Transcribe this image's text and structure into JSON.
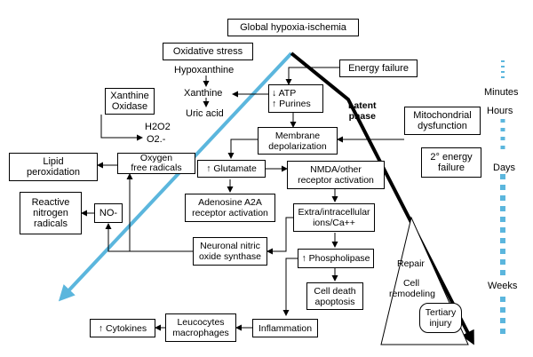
{
  "nodes": {
    "global": "Global hypoxia-ischemia",
    "oxidative": "Oxidative stress",
    "hypoxanthine": "Hypoxanthine",
    "xanthine": "Xanthine",
    "uric_acid": "Uric acid",
    "xanthine_oxidase_1": "Xanthine",
    "xanthine_oxidase_2": "Oxidase",
    "h2o2": "H2O2",
    "o2": "O2.-",
    "energy_failure": "Energy failure",
    "atp_1": "↓ ATP",
    "atp_2": "↑ Purines",
    "latent_1": "Latent",
    "latent_2": "phase",
    "mito_1": "Mitochondrial",
    "mito_2": "dysfunction",
    "membrane_1": "Membrane",
    "membrane_2": "depolarization",
    "energy2_1": "2° energy",
    "energy2_2": "failure",
    "lipid_1": "Lipid",
    "lipid_2": "peroxidation",
    "oxygen_1": "Oxygen",
    "oxygen_2": "free radicals",
    "glutamate": "↑ Glutamate",
    "nmda_1": "NMDA/other",
    "nmda_2": "receptor activation",
    "reactive_1": "Reactive",
    "reactive_2": "nitrogen",
    "reactive_3": "radicals",
    "no": "NO-",
    "adenosine_1": "Adenosine A2A",
    "adenosine_2": "receptor activation",
    "extra_1": "Extra/intracellular",
    "extra_2": "ions/Ca++",
    "nnos_1": "Neuronal nitric",
    "nnos_2": "oxide synthase",
    "phospholipase": "↑ Phospholipase",
    "repair": "Repair",
    "remodel_1": "Cell",
    "remodel_2": "remodeling",
    "death_1": "Cell death",
    "death_2": "apoptosis",
    "tertiary_1": "Tertiary",
    "tertiary_2": "injury",
    "leuco_1": "Leucocytes",
    "leuco_2": "macrophages",
    "inflammation": "Inflammation",
    "cytokines": "↑ Cytokines"
  },
  "timeline": {
    "minutes": "Minutes",
    "hours": "Hours",
    "days": "Days",
    "weeks": "Weeks"
  },
  "colors": {
    "blue_arrow": "#5bb6dd",
    "timeline_dots": "#5bb6dd",
    "black": "#000000"
  }
}
